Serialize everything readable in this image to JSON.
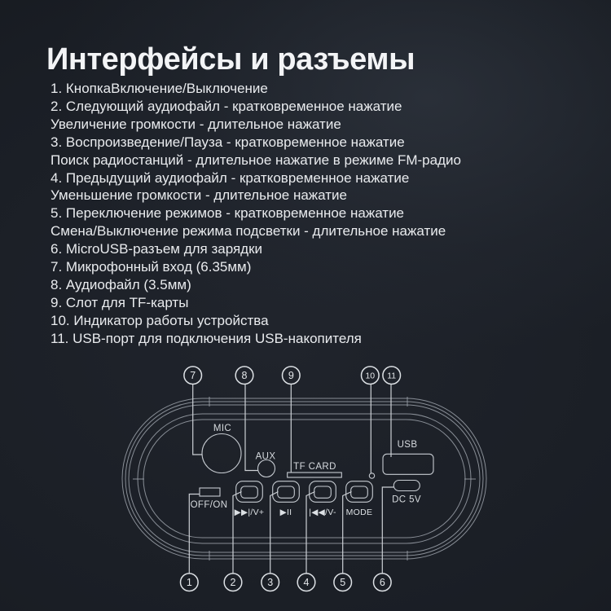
{
  "content": {
    "title": "Интерфейсы и разъемы",
    "lines": [
      "1. КнопкаВключение/Выключение",
      "2. Следующий аудиофайл - кратковременное нажатие",
      "Увеличение громкости - длительное нажатие",
      "3. Воспроизведение/Пауза - кратковременное нажатие",
      "Поиск радиостанций - длительное нажатие в режиме FM-радио",
      "4. Предыдущий аудиофайл - кратковременное нажатие",
      "Уменьшение громкости - длительное нажатие",
      "5. Переключение режимов - кратковременное нажатие",
      "Смена/Выключение режима подсветки - длительное нажатие",
      "6. MicroUSB-разъем для зарядки",
      "7. Микрофонный вход (6.35мм)",
      "8. Аудиофайл (3.5мм)",
      "9. Слот для TF-карты",
      "10. Индикатор работы устройства",
      "11. USB-порт для подключения USB-накопителя"
    ]
  },
  "diagram": {
    "labels": {
      "mic": "MIC",
      "aux": "AUX",
      "tf_card": "TF CARD",
      "usb": "USB",
      "dc": "DC 5V",
      "power": "OFF/ON",
      "mode": "MODE",
      "next_volup": "▶▶|/V+",
      "play_pause": "▶II",
      "prev_voldown": "|◀◀/V-"
    },
    "callouts_top": [
      "7",
      "8",
      "9",
      "10",
      "11"
    ],
    "callouts_bottom": [
      "1",
      "2",
      "3",
      "4",
      "5",
      "6"
    ],
    "colors": {
      "line": "#9ba1a9",
      "component_line": "#c6cbd1",
      "text": "#d6dade",
      "background": "#1a1e25"
    }
  }
}
